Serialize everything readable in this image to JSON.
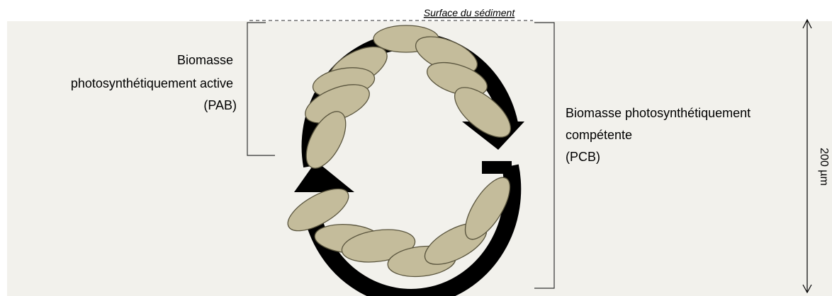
{
  "surface_label": "Surface du sédiment",
  "pab_label": {
    "lines": [
      "Biomasse",
      "photosynthétiquement active",
      "(PAB)"
    ]
  },
  "pcb_label": {
    "lines": [
      "Biomasse photosynthétiquement",
      "compétente",
      "(PCB)"
    ]
  },
  "depth_label": "200 µm",
  "colors": {
    "sediment": "#f2f1ec",
    "cell_fill": "#c4bc9b",
    "cell_stroke": "#5a553e",
    "arrow": "#000000",
    "bracket": "#333333"
  }
}
